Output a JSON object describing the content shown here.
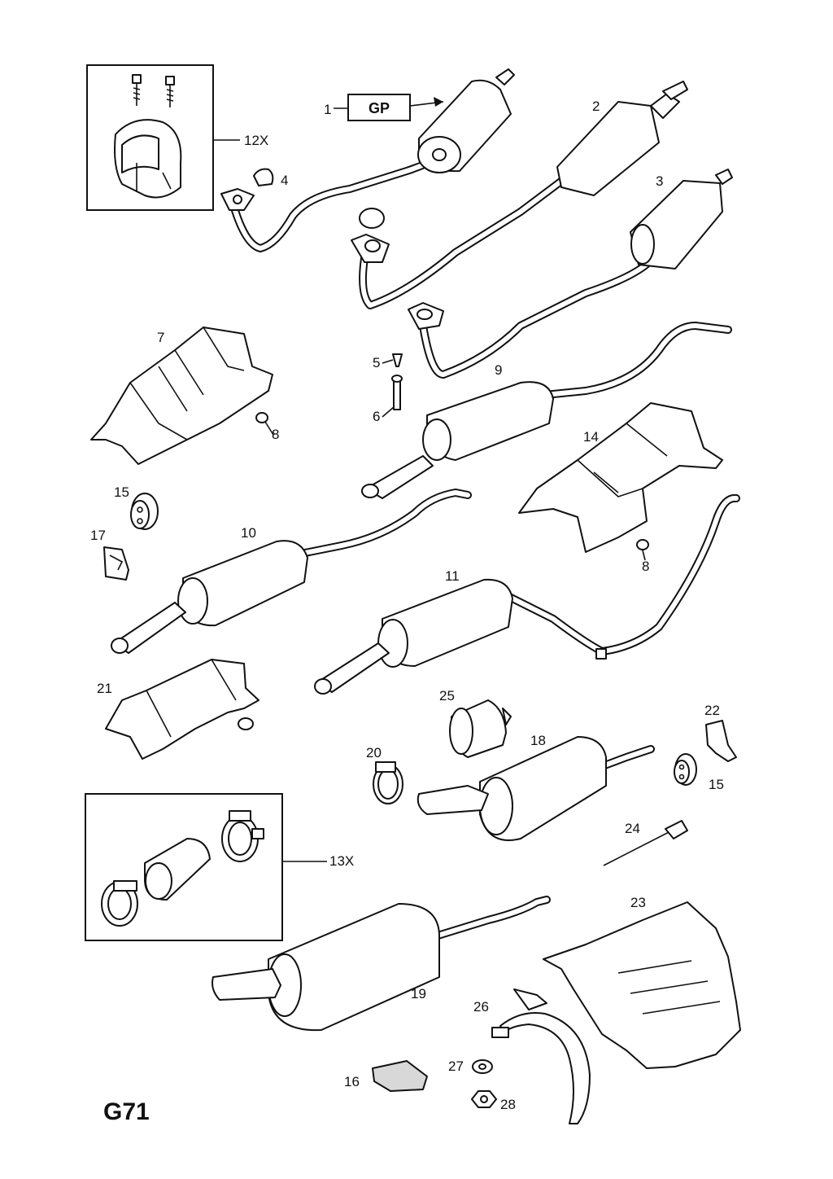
{
  "diagram": {
    "code": "G71",
    "gp_box": "GP",
    "labels": {
      "l1": "1",
      "l2": "2",
      "l3": "3",
      "l4": "4",
      "l5": "5",
      "l6": "6",
      "l7": "7",
      "l8a": "8",
      "l8b": "8",
      "l9": "9",
      "l10": "10",
      "l11": "11",
      "l12x": "12X",
      "l13x": "13X",
      "l14": "14",
      "l15a": "15",
      "l15b": "15",
      "l16": "16",
      "l17": "17",
      "l18": "18",
      "l19": "19",
      "l20": "20",
      "l21": "21",
      "l22": "22",
      "l23": "23",
      "l24": "24",
      "l25": "25",
      "l26": "26",
      "l27": "27",
      "l28": "28"
    }
  }
}
